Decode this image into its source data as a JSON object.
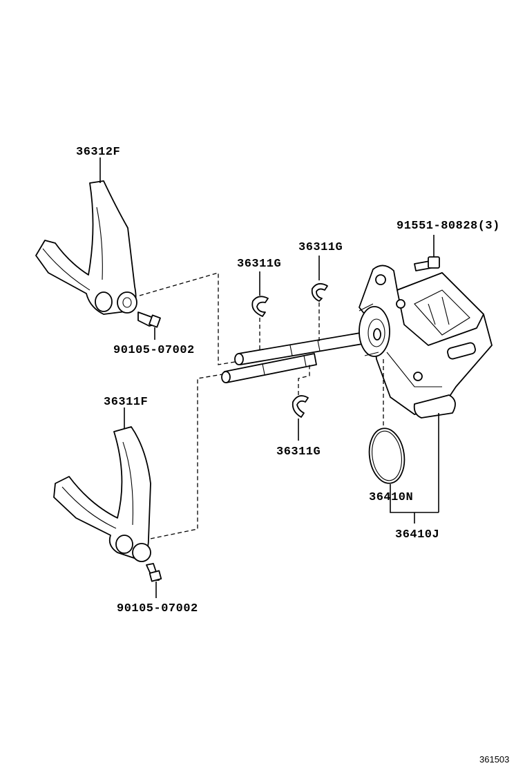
{
  "labels": {
    "fork_upper": "36312F",
    "fork_lower": "36311F",
    "snap_ring_left": "36311G",
    "snap_ring_right": "36311G",
    "snap_ring_bottom": "36311G",
    "bolt_actuator": "91551-80828(3)",
    "bolt_fork_upper": "90105-07002",
    "bolt_fork_lower": "90105-07002",
    "o_ring": "36410N",
    "actuator_assy": "36410J"
  },
  "footer": {
    "figure_code": "361503"
  }
}
